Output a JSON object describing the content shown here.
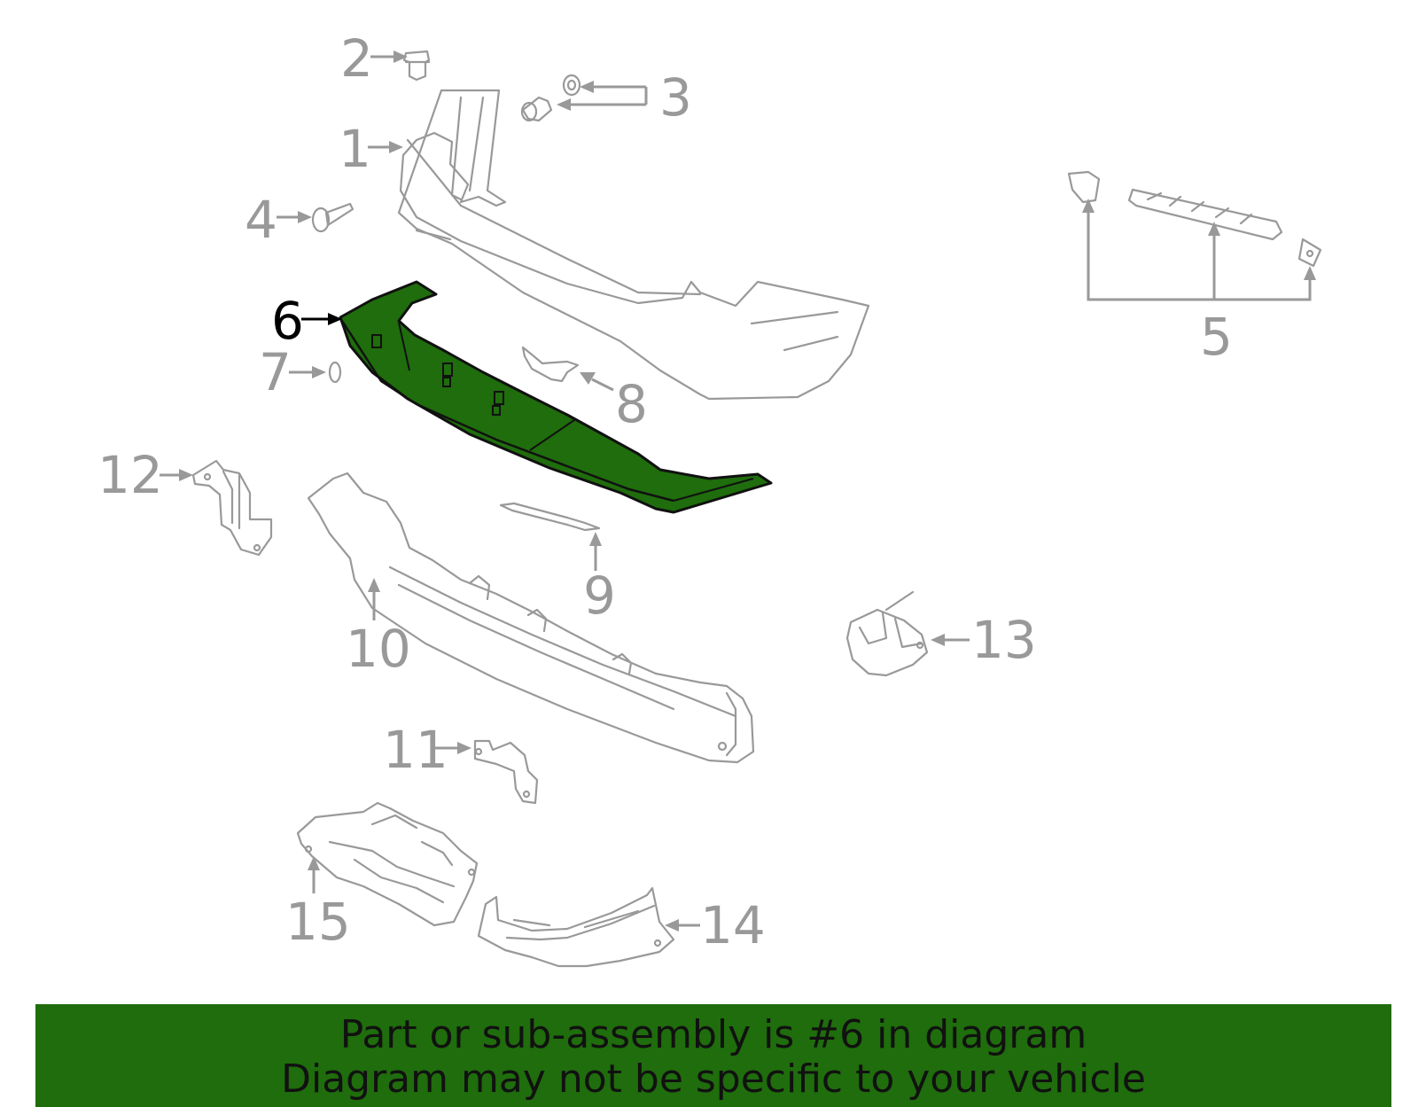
{
  "diagram": {
    "callouts": [
      "1",
      "2",
      "3",
      "4",
      "5",
      "6",
      "7",
      "8",
      "9",
      "10",
      "11",
      "12",
      "13",
      "14",
      "15"
    ],
    "highlighted_callout": "6",
    "colors": {
      "highlight_fill": "#1f6d0c",
      "part_outline": "#999999",
      "highlight_label": "#000000",
      "banner_bg": "#1f6d0c"
    }
  },
  "banner": {
    "line1": "Part or sub-assembly is #6 in diagram",
    "line2": "Diagram may not be specific to your vehicle"
  }
}
